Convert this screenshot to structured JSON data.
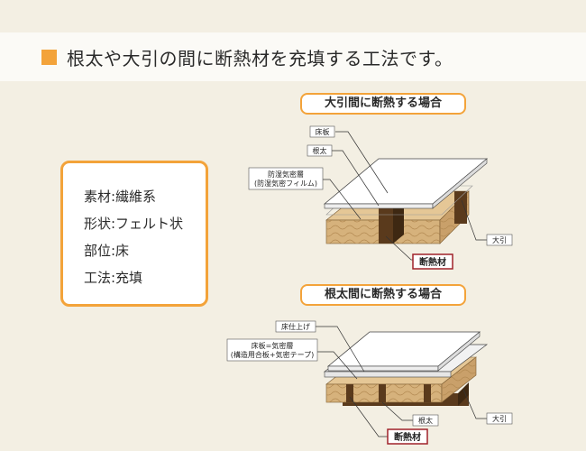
{
  "header": {
    "title": "根太や大引の間に断熱材を充填する工法です。"
  },
  "spec": {
    "rows": [
      "素材:繊維系",
      "形状:フェルト状",
      "部位:床",
      "工法:充填"
    ]
  },
  "diagram_top": {
    "title": "大引間に断熱する場合",
    "labels": {
      "floor_board": "床板",
      "joist": "根太",
      "vapor_line1": "防湿気密層",
      "vapor_line2": "(防湿気密フィルム)",
      "beam": "大引",
      "insulation": "断熱材"
    }
  },
  "diagram_bottom": {
    "title": "根太間に断熱する場合",
    "labels": {
      "floor_finish": "床仕上げ",
      "board_line1": "床板=気密層",
      "board_line2": "(構造用合板+気密テープ)",
      "joist": "根太",
      "beam": "大引",
      "insulation": "断熱材"
    }
  },
  "colors": {
    "accent": "#f3a33a",
    "insulation": "#d6b27c",
    "wood": "#5a3a1c",
    "insulation_label_border": "#a0222a"
  }
}
